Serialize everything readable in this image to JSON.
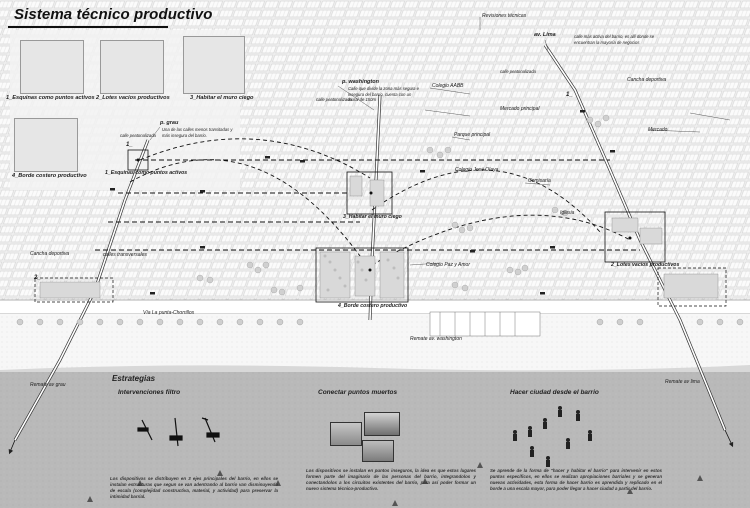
{
  "title": "Sistema técnico productivo",
  "labels": {
    "revisiones": "Revisiones técnicas",
    "av_lima": "av. Lima",
    "av_lima_note": "calle más activa del barrio, es allí donde se encuentran la mayoría de negocios",
    "calle_peatonalizada_1": "calle peatonalizada",
    "calle_peatonalizada_2": "calle peatonalizada",
    "calle_peatonalizada_3": "calle peatonalizada",
    "p_washington": "p. washington",
    "p_washington_note": "Calle que divide la zona más segura e insegura del barrio, cuenta con un mural de 150m",
    "p_grau": "p. grau",
    "p_grau_note": "Una de las calles menos transitadas y más insegura del barrio.",
    "colegio_aaab": "Colegio AABB",
    "mercado_principal": "Mercado principal",
    "cancha_deportiva_1": "Cancha deportiva",
    "mercado": "Mercado",
    "parque_principal": "Parque principal",
    "colegio_jose_olaya": "Colegio José Olaya",
    "comisaria": "Comisaría",
    "iglesia": "Iglesia",
    "cancha_deportiva_2": "Cancha deportiva",
    "calles_transversales": "calles transversales",
    "colegio_paz_amor": "Colegio Paz y Amor",
    "via_punta_chorrillos": "Vía La punta-Chorrillos",
    "remate_washington": "Remate av. washington",
    "remate_grau": "Remate av grau",
    "remate_lima": "Remate av lima"
  },
  "strategies": [
    {
      "num": "1_",
      "label": "Esquinas como puntos activos"
    },
    {
      "num": "2_",
      "label": "Lotes vacíos productivos"
    },
    {
      "num": "3_",
      "label": "Habitar el muro ciego"
    },
    {
      "num": "4_",
      "label": "Borde costero productivo"
    }
  ],
  "map_tags": {
    "esquinas": "1_Esquinas como puntos activos",
    "habitar": "3_Habitar el muro ciego",
    "lotes": "2_Lotes vacíos productivos",
    "borde": "4_Borde costero productivo",
    "tag_1a": "1_",
    "tag_1b": "1_",
    "tag_2": "2_"
  },
  "bottom": {
    "estrategias": "Estrategias",
    "col1_title": "Intervenciones filtro",
    "col2_title": "Conectar puntos muertos",
    "col3_title": "Hacer ciudad desde el barrio",
    "col1_text": "Los dispositivos se distribuyen en 3 ejes principales del barrio, en ellos se instalan estructuras que segun se van adentrando al barrio van disminuyendo de escala (complejidad constructiva, material, y actividad) para preservar la intimidad barrial.",
    "col2_text": "Los dispositivos se instalan en puntos inseguros, la idea es que estos lugares formen parte del imaginario de las personas del barrio, integrandolos y conectandolos a los circuitos existentes del barrio, para así poder formar un nuevo sistema técnico-productivo.",
    "col3_text": "Se aprende de la forma de \"hacer y habitar el barrio\" para intervenir en estos puntos específicos, en ellos se realizan apropiaciones barriales y se generan nuevas actividades, esta forma de hacer barrio es aprendida y replicado en el borde a una escala mayor, para poder llegar a hacer ciudad a partir del barrio."
  },
  "colors": {
    "sea": "#b9b9b9",
    "ink": "#222222",
    "paper": "#f2f2f2"
  }
}
